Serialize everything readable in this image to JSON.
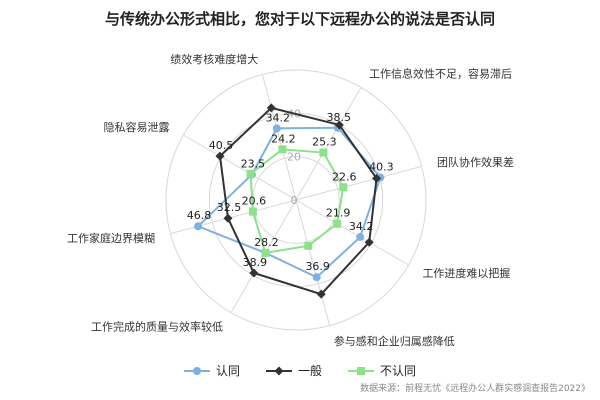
{
  "chart_data": {
    "type": "radar",
    "title": "与传统办公形式相比，您对于以下远程办公的说法是否认同",
    "categories": [
      "工作信息效性不足，容易滞后",
      "团队协作效果差",
      "工作进度难以把握",
      "参与感和企业归属感降低",
      "工作完成的质量与效率较低",
      "工作家庭边界模糊",
      "隐私容易泄露",
      "绩效考核难度增大"
    ],
    "series": [
      {
        "name": "认同",
        "color": "#7eb0e0",
        "marker": "circle",
        "values": [
          38.5,
          40.3,
          34.2,
          36.9,
          28.2,
          46.8,
          23.5,
          34.2
        ]
      },
      {
        "name": "一般",
        "color": "#333333",
        "marker": "diamond",
        "values": [
          40.0,
          38.5,
          39.0,
          45.0,
          38.9,
          32.5,
          40.5,
          44.0
        ]
      },
      {
        "name": "不认同",
        "color": "#8ee08a",
        "marker": "square",
        "values": [
          25.3,
          22.6,
          21.9,
          21.9,
          28.2,
          20.6,
          24.2,
          24.2
        ]
      }
    ],
    "data_labels": [
      {
        "series": 0,
        "index": 0,
        "text": "38.5"
      },
      {
        "series": 0,
        "index": 1,
        "text": "40.3"
      },
      {
        "series": 0,
        "index": 2,
        "text": "34.2"
      },
      {
        "series": 0,
        "index": 3,
        "text": "36.9"
      },
      {
        "series": 0,
        "index": 5,
        "text": "46.8"
      },
      {
        "series": 0,
        "index": 6,
        "text": "23.5"
      },
      {
        "series": 0,
        "index": 7,
        "text": "34.2"
      },
      {
        "series": 1,
        "index": 4,
        "text": "38.9"
      },
      {
        "series": 1,
        "index": 5,
        "text": "32.5"
      },
      {
        "series": 1,
        "index": 6,
        "text": "40.5"
      },
      {
        "series": 2,
        "index": 0,
        "text": "25.3"
      },
      {
        "series": 2,
        "index": 1,
        "text": "22.6"
      },
      {
        "series": 2,
        "index": 2,
        "text": "21.9"
      },
      {
        "series": 2,
        "index": 4,
        "text": "28.2"
      },
      {
        "series": 2,
        "index": 5,
        "text": "20.6"
      },
      {
        "series": 2,
        "index": 7,
        "text": "24.2"
      }
    ],
    "radial_ticks": [
      0,
      20,
      40
    ],
    "rmax": 60,
    "grid": true,
    "legend_position": "bottom"
  },
  "source_text": "数据来源：前程无忧《远程办公人群实感调查报告2022》"
}
